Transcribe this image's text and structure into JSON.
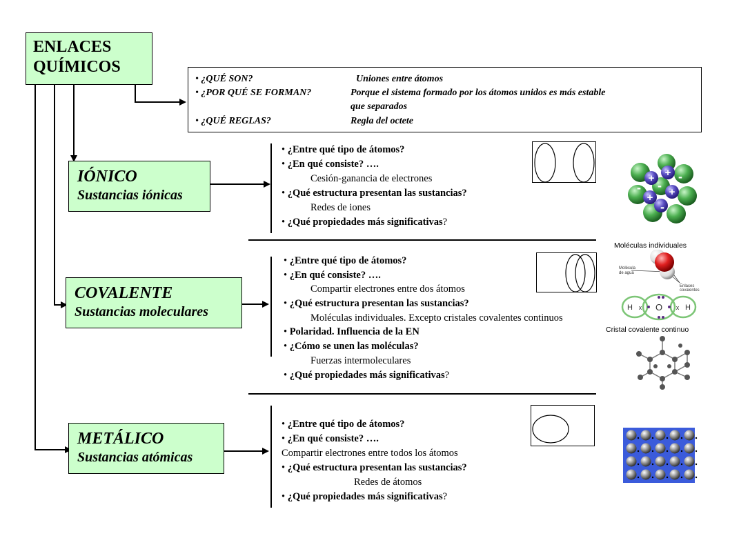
{
  "main": {
    "title_line1": "ENLACES",
    "title_line2": "QUÍMICOS"
  },
  "intro": {
    "rows": [
      {
        "q": "¿QUÉ SON?",
        "a": "Uniones entre átomos"
      },
      {
        "q": "¿POR QUÉ SE FORMAN?",
        "a": "Porque el sistema formado por los átomos unidos es más estable",
        "a2": "que separados"
      },
      {
        "q": "¿QUÉ REGLAS?",
        "a": "Regla del octete"
      }
    ]
  },
  "ionic": {
    "title": "IÓNICO",
    "subtitle": "Sustancias iónicas",
    "q1": "¿Entre qué tipo de átomos?",
    "q2": "¿En qué consiste? ….",
    "a2": "Cesión-ganancia de electrones",
    "q3": "¿Qué estructura presentan las sustancias?",
    "a3": "Redes de iones",
    "q4": "¿Qué propiedades más significativas",
    "q4_end": "?"
  },
  "covalent": {
    "title": "COVALENTE",
    "subtitle": "Sustancias moleculares",
    "q1": "¿Entre qué tipo de átomos?",
    "q2": "¿En qué consiste? ….",
    "a2": "Compartir electrones entre dos átomos",
    "q3": "¿Qué estructura presentan las sustancias?",
    "a3": "Moléculas individuales. Excepto cristales covalentes continuos",
    "q4": "Polaridad. Influencia de la EN",
    "q5": "¿Cómo se unen las moléculas?",
    "a5": "Fuerzas intermoleculares",
    "q6": "¿Qué propiedades más significativas",
    "q6_end": "?",
    "caption_molecules": "Moléculas individuales",
    "caption_crystal": "Cristal covalente continuo",
    "water_label1": "Molécula",
    "water_label2": "de agua",
    "bond_label1": "Enlaces",
    "bond_label2": "covalentes",
    "atom_h": "H",
    "atom_o": "O",
    "shared_x": "x"
  },
  "metallic": {
    "title": "METÁLICO",
    "subtitle": "Sustancias atómicas",
    "q1": "¿Entre qué tipo de átomos?",
    "q2": "¿En qué consiste? ….",
    "a2": "Compartir electrones entre todos los átomos",
    "q3": "¿Qué estructura presentan las sustancias?",
    "a3": "Redes de átomos",
    "q4": "¿Qué propiedades más significativas",
    "q4_end": "?"
  },
  "ion_signs": {
    "plus": "+",
    "minus": "-"
  },
  "colors": {
    "box_fill": "#ccffcc",
    "ion_green": "#4caf50",
    "ion_purple": "#5b4fc4",
    "metal_blue": "#3b5bdb",
    "metal_grey": "#9a9a9a"
  }
}
